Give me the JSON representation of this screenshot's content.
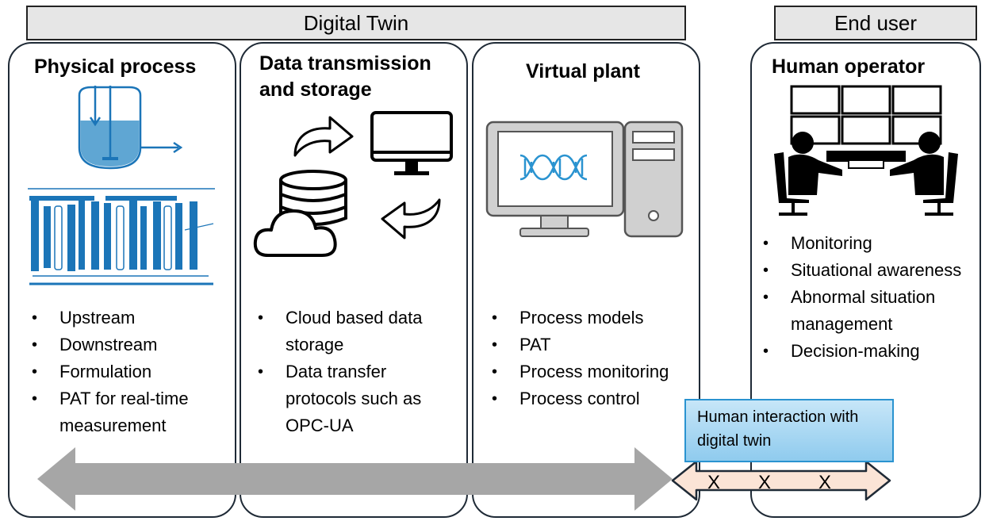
{
  "headers": {
    "digital_twin": "Digital Twin",
    "end_user": "End user"
  },
  "panels": [
    {
      "title": [
        "Physical process"
      ],
      "bullets": [
        "Upstream",
        "Downstream",
        "Formulation",
        "PAT for real-time measurement"
      ]
    },
    {
      "title": [
        "Data transmission",
        "and storage"
      ],
      "bullets": [
        "Cloud based data storage",
        "Data transfer protocols such as OPC-UA"
      ]
    },
    {
      "title": [
        "Virtual plant"
      ],
      "bullets": [
        "Process models",
        "PAT",
        "Process monitoring",
        "Process control"
      ]
    },
    {
      "title": [
        "Human operator"
      ],
      "bullets": [
        "Monitoring",
        "Situational awareness",
        "Abnormal situation management",
        "Decision-making"
      ]
    }
  ],
  "callout": "Human interaction with digital twin",
  "arrow_marks": [
    "X",
    "X",
    "X"
  ],
  "colors": {
    "header_fill": "#e6e6e6",
    "panel_border": "#1f2a36",
    "process_blue": "#1b75b8",
    "grey_arrow": "#a6a6a6",
    "peach_arrow": "#fbe4d6",
    "callout_border": "#2a93d0"
  },
  "icons": [
    "bioreactor-icon",
    "chromatography-columns-icon",
    "database-icon",
    "cloud-icon",
    "monitor-icon",
    "curved-arrow-icon",
    "computer-workstation-icon",
    "dna-icon",
    "control-room-operators-icon"
  ]
}
